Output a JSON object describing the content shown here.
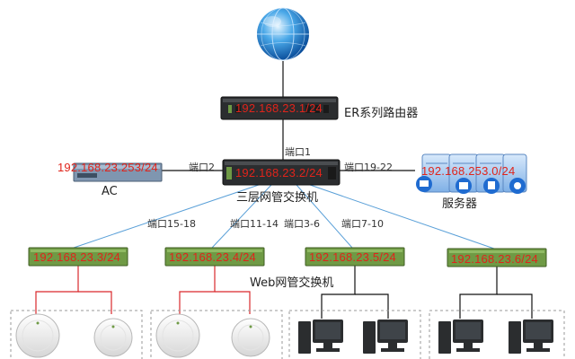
{
  "router": {
    "ip": "192.168.23.1/24",
    "label": "ER系列路由器"
  },
  "core_switch": {
    "ip": "192.168.23.2/24",
    "label": "三层网管交换机"
  },
  "ac": {
    "ip": "192.168.23.253/24",
    "label": "AC"
  },
  "servers": {
    "ip": "192.168.253.0/24",
    "label": "服务器"
  },
  "ports": {
    "uplink": "端口1",
    "ac": "端口2",
    "servers": "端口19-22",
    "sw1": "端口15-18",
    "sw2": "端口11-14",
    "sw3": "端口3-6",
    "sw4": "端口7-10"
  },
  "web_switch_label": "Web网管交换机",
  "access_switches": [
    {
      "ip": "192.168.23.3/24"
    },
    {
      "ip": "192.168.23.4/24"
    },
    {
      "ip": "192.168.23.5/24"
    },
    {
      "ip": "192.168.23.6/24"
    }
  ],
  "colors": {
    "ip_text": "#e0241b",
    "wifi_link": "#d9282c",
    "pc_link": "#111111",
    "switch_link": "#5aa0d8",
    "device_body": "#2b2d2f",
    "switch_green": "#6f9a45"
  }
}
